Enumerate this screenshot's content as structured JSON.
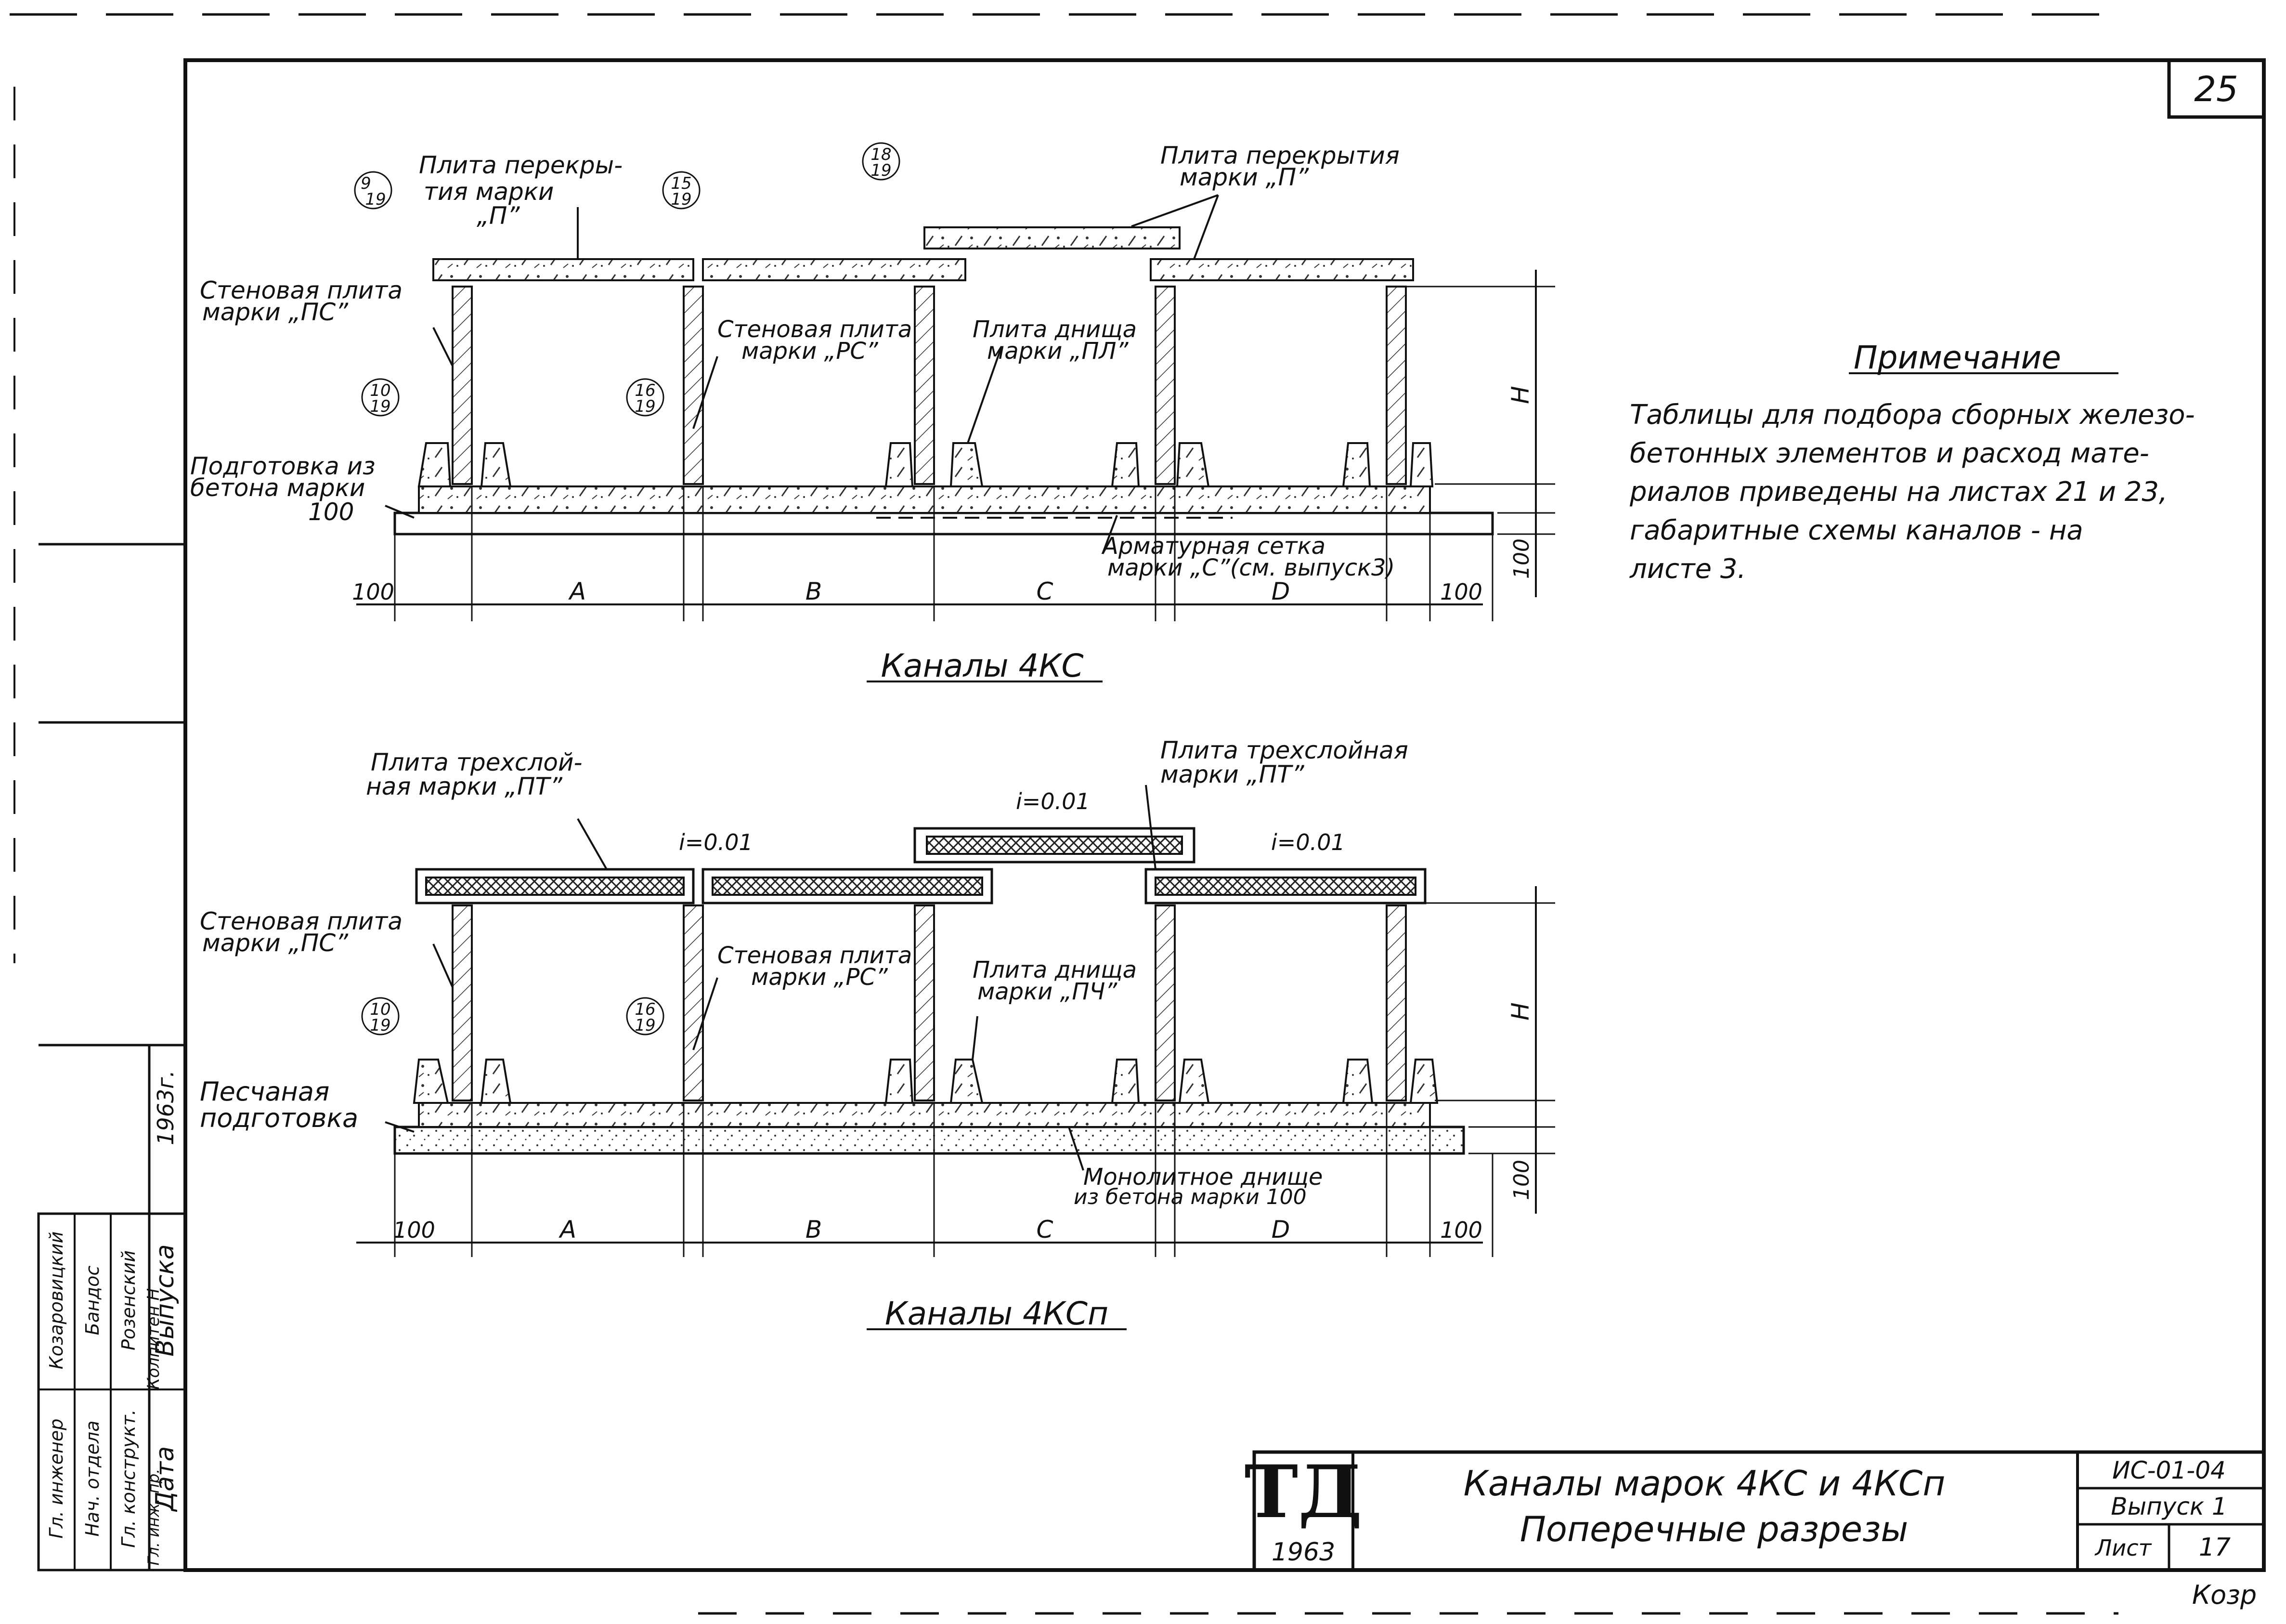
{
  "sheet_number": "25",
  "top_section": {
    "title": "Каналы 4КС",
    "labels": {
      "roof_slab_left": [
        "Плита перекры-",
        "тия марки",
        "„П”"
      ],
      "roof_slab_right": [
        "Плита перекрытия",
        "марки „П”"
      ],
      "wall_slab_ps": [
        "Стеновая плита",
        "марки „ПС”"
      ],
      "wall_slab_rs": [
        "Стеновая плита",
        "марки „РС”"
      ],
      "bottom_slab": [
        "Плита днища",
        "марки „ПЛ”"
      ],
      "base_prep": [
        "Подготовка из",
        "бетона марки",
        "100"
      ],
      "mesh": [
        "Арматурная сетка",
        "марки „С”(см. выпуск3)"
      ]
    },
    "refs": {
      "r1": [
        "9",
        "19"
      ],
      "r2": [
        "15",
        "19"
      ],
      "r3": [
        "18",
        "19"
      ],
      "r4": [
        "10",
        "19"
      ],
      "r5": [
        "16",
        "19"
      ]
    },
    "dims": {
      "edge_left": "100",
      "a": "А",
      "b": "В",
      "c": "С",
      "d": "D",
      "edge_right": "100",
      "h": "Н",
      "base": "100"
    }
  },
  "bottom_section": {
    "title": "Каналы 4КСп",
    "labels": {
      "three_layer_left": [
        "Плита трехслой-",
        "ная марки „ПТ”"
      ],
      "three_layer_right": [
        "Плита трехслойная",
        "марки „ПТ”"
      ],
      "wall_slab_ps": [
        "Стеновая плита",
        "марки „ПС”"
      ],
      "wall_slab_rs": [
        "Стеновая плита",
        "марки „РС”"
      ],
      "bottom_slab": [
        "Плита днища",
        "марки „ПЧ”"
      ],
      "sand_prep": [
        "Песчаная",
        "подготовка"
      ],
      "monolith": [
        "Монолитное днище",
        "из бетона марки 100"
      ],
      "slope1": "i=0.01",
      "slope2": "i=0.01",
      "slope3": "i=0.01"
    },
    "refs": {
      "r1": [
        "10",
        "19"
      ],
      "r2": [
        "16",
        "19"
      ]
    },
    "dims": {
      "edge_left": "100",
      "a": "А",
      "b": "В",
      "c": "С",
      "d": "D",
      "edge_right": "100",
      "h": "Н",
      "base": "100"
    }
  },
  "note": {
    "title": "Примечание",
    "lines": [
      "Таблицы для подбора сборных железо-",
      "бетонных элементов и расход мате-",
      "риалов приведены на листах 21 и 23,",
      "габаритные схемы каналов - на",
      "листе 3."
    ]
  },
  "side_stamp": {
    "year": "1963г.",
    "issue_label": "Выпуска",
    "date_label": "Дата",
    "roles": [
      "Гл. инженер",
      "Нач. отдела",
      "Гл. конструкт.",
      "Гл. инж. пр."
    ],
    "names": [
      "Козаровицкий",
      "Бандос",
      "Розенский",
      "Колпитен Н"
    ]
  },
  "title_block": {
    "logo": "ТД",
    "logo_year": "1963",
    "title_line1": "Каналы марок 4КС и 4КСп",
    "title_line2": "Поперечные разрезы",
    "code": "ИС-01-04",
    "issue": "Выпуск 1",
    "sheet_label": "Лист",
    "sheet_value": "17"
  },
  "signature": "Козр"
}
